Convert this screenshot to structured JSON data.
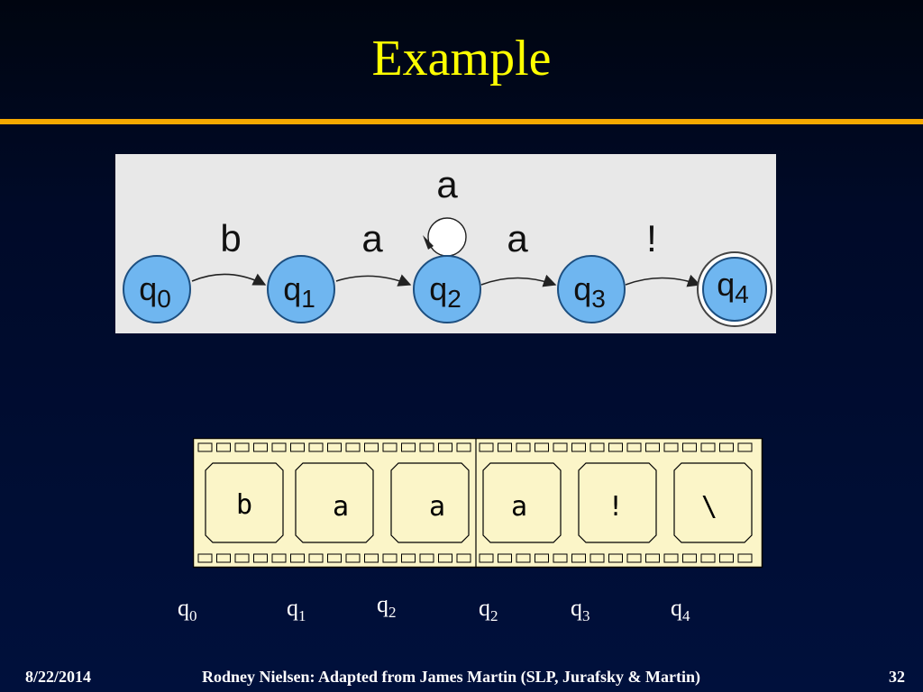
{
  "slide": {
    "title": "Example",
    "date": "8/22/2014",
    "credit": "Rodney Nielsen: Adapted from James Martin (SLP, Jurafsky & Martin)",
    "page": "32"
  },
  "fsa": {
    "states": [
      {
        "base": "q",
        "sub": "0"
      },
      {
        "base": "q",
        "sub": "1"
      },
      {
        "base": "q",
        "sub": "2"
      },
      {
        "base": "q",
        "sub": "3"
      },
      {
        "base": "q",
        "sub": "4"
      }
    ],
    "transitions": [
      "b",
      "a",
      "a",
      "!"
    ],
    "self_loop_label": "a"
  },
  "tape": {
    "cells": [
      "b",
      "a",
      "a",
      "a",
      "!",
      "\\"
    ],
    "states": [
      {
        "base": "q",
        "sub": "0"
      },
      {
        "base": "q",
        "sub": "1"
      },
      {
        "base": "q",
        "sub": "2"
      },
      {
        "base": "q",
        "sub": "2"
      },
      {
        "base": "q",
        "sub": "3"
      },
      {
        "base": "q",
        "sub": "4"
      }
    ]
  },
  "colors": {
    "state_fill": "#6fb6f0",
    "title": "#ffff00",
    "rule": "#f5a800",
    "tape_fill": "#fbf5c8"
  }
}
